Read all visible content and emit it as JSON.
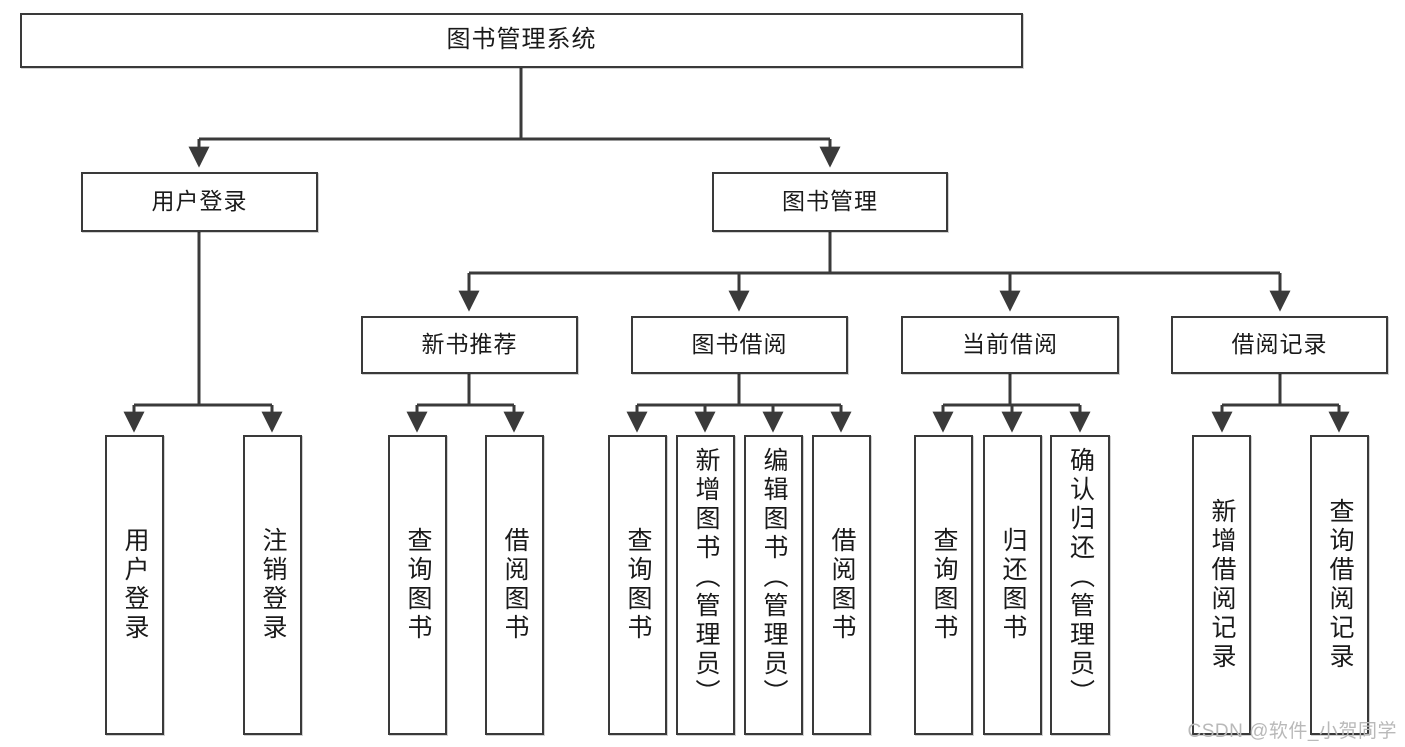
{
  "diagram": {
    "title": "图书管理系统",
    "type": "hierarchy-tree",
    "root": {
      "label": "图书管理系统"
    },
    "level2": [
      {
        "label": "用户登录"
      },
      {
        "label": "图书管理"
      }
    ],
    "level3": [
      {
        "label": "新书推荐"
      },
      {
        "label": "图书借阅"
      },
      {
        "label": "当前借阅"
      },
      {
        "label": "借阅记录"
      }
    ],
    "leaves": {
      "user_login": [
        {
          "label": "用户登录"
        },
        {
          "label": "注销登录"
        }
      ],
      "new_book_recommend": [
        {
          "label": "查询图书"
        },
        {
          "label": "借阅图书"
        }
      ],
      "book_borrow": [
        {
          "label": "查询图书"
        },
        {
          "label": "新增图书（管理员）"
        },
        {
          "label": "编辑图书（管理员）"
        },
        {
          "label": "借阅图书"
        }
      ],
      "current_borrow": [
        {
          "label": "查询图书"
        },
        {
          "label": "归还图书"
        },
        {
          "label": "确认归还（管理员）"
        }
      ],
      "borrow_record": [
        {
          "label": "新增借阅记录"
        },
        {
          "label": "查询借阅记录"
        }
      ]
    }
  },
  "watermark": {
    "text": "CSDN @软件_小贺同学"
  },
  "colors": {
    "stroke": "#3a3a3a",
    "node_fill": "#ffffff",
    "text": "#1a1a1a",
    "watermark": "#b9b9b9"
  }
}
